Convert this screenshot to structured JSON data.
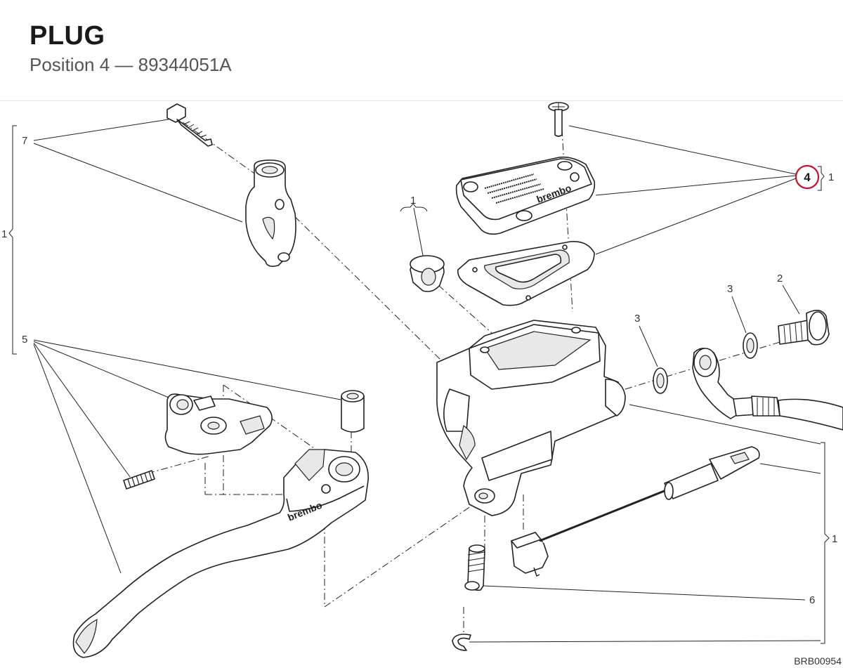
{
  "header": {
    "title": "PLUG",
    "subtitle": "Position 4 — 89344051A"
  },
  "diagram": {
    "highlighted_position": "4",
    "callouts": {
      "c1_top_right": "1",
      "c1_left": "1",
      "c1_reservoir_plug": "1",
      "c1_right_lower": "1",
      "c2": "2",
      "c3_left": "3",
      "c3_right": "3",
      "c5": "5",
      "c6": "6",
      "c7": "7"
    },
    "part_print": {
      "brand": "brembo"
    },
    "sheet_code": "BRB00954",
    "colors": {
      "highlight_ring": "#c8102e",
      "line_art": "#222222",
      "background": "#ffffff"
    }
  }
}
